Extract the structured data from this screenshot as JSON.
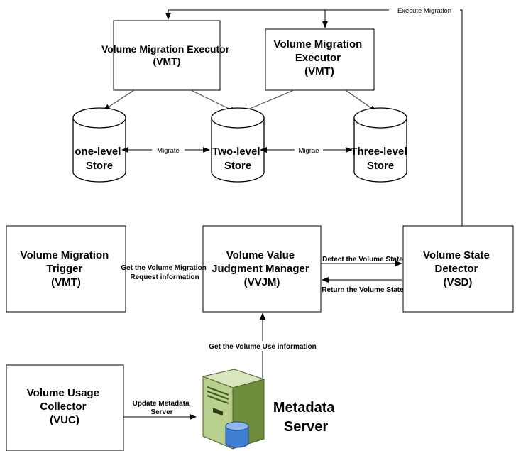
{
  "executors": {
    "left": {
      "title_lines": [
        "Volume Migration Executor",
        "(VMT)"
      ]
    },
    "right": {
      "title_lines": [
        "Volume Migration",
        "Executor",
        "(VMT)"
      ]
    }
  },
  "stores": {
    "one": {
      "label_lines": [
        "one-level",
        "Store"
      ]
    },
    "two": {
      "label_lines": [
        "Two-level",
        "Store"
      ]
    },
    "three": {
      "label_lines": [
        "Three-level",
        "Store"
      ]
    }
  },
  "store_links": {
    "one_two": "Migrate",
    "two_three": "Migrae"
  },
  "execute_migration_label": "Execute Migration",
  "trigger": {
    "title_lines": [
      "Volume Migration",
      "Trigger",
      "(VMT)"
    ]
  },
  "manager": {
    "title_lines": [
      "Volume Value",
      "Judgment Manager",
      "(VVJM)"
    ]
  },
  "detector": {
    "title_lines": [
      "Volume State",
      "Detector",
      "(VSD)"
    ]
  },
  "collector": {
    "title_lines": [
      "Volume Usage",
      "Collector",
      "(VUC)"
    ]
  },
  "links": {
    "trigger_manager": [
      "Get the Volume Migration",
      "Request information"
    ],
    "detect_state": "Detect the Volume State",
    "return_state": "Return the Volume State",
    "volume_use": "Get the Volume Use information",
    "update_metadata": [
      "Update Metadata",
      "Server"
    ]
  },
  "metadata_server": {
    "label_lines": [
      "Metadata",
      "Server"
    ],
    "icon": "server-database-icon"
  },
  "colors": {
    "server_body": "#b9cf8e",
    "server_dark": "#6e8c3c",
    "database": "#3f7fd1"
  }
}
